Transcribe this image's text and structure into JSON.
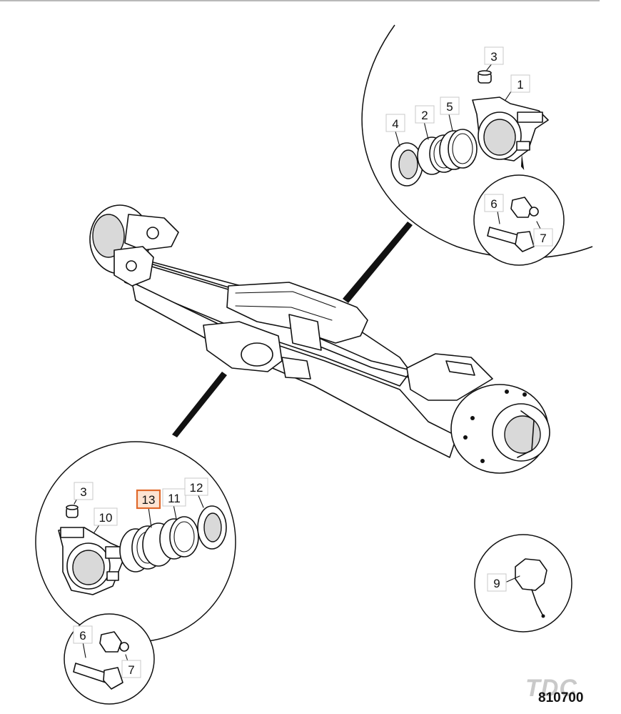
{
  "diagram": {
    "drawing_number": "810700",
    "watermark": "TDC",
    "accent_color": "#e0692b",
    "highlighted_callout": "13",
    "callouts": {
      "c1": "1",
      "c2": "2",
      "c3a": "3",
      "c4": "4",
      "c5": "5",
      "c6a": "6",
      "c7a": "7",
      "c3b": "3",
      "c10": "10",
      "c11": "11",
      "c12": "12",
      "c13": "13",
      "c6b": "6",
      "c7b": "7",
      "c9": "9"
    }
  }
}
